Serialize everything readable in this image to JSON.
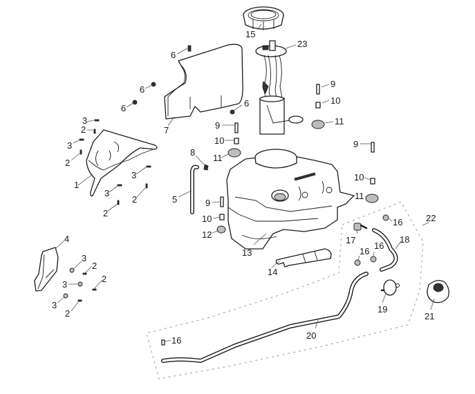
{
  "diagram": {
    "title": "Fuel tank assembly exploded parts diagram",
    "line_color": "#1a1a1a",
    "group_outline_color": "#9a9a9a",
    "callouts": [
      {
        "id": "c1",
        "text": "1",
        "part": "left-heat-shield"
      },
      {
        "id": "c2a",
        "text": "2",
        "part": "screw"
      },
      {
        "id": "c2b",
        "text": "2",
        "part": "screw"
      },
      {
        "id": "c2c",
        "text": "2",
        "part": "screw"
      },
      {
        "id": "c2d",
        "text": "2",
        "part": "screw"
      },
      {
        "id": "c2e",
        "text": "2",
        "part": "screw"
      },
      {
        "id": "c2f",
        "text": "2",
        "part": "screw"
      },
      {
        "id": "c2g",
        "text": "2",
        "part": "screw"
      },
      {
        "id": "c3a",
        "text": "3",
        "part": "clip-nut"
      },
      {
        "id": "c3b",
        "text": "3",
        "part": "clip-nut"
      },
      {
        "id": "c3c",
        "text": "3",
        "part": "clip-nut"
      },
      {
        "id": "c3d",
        "text": "3",
        "part": "clip-nut"
      },
      {
        "id": "c3e",
        "text": "3",
        "part": "clip-nut"
      },
      {
        "id": "c3f",
        "text": "3",
        "part": "clip-nut"
      },
      {
        "id": "c3g",
        "text": "3",
        "part": "clip-nut"
      },
      {
        "id": "c4",
        "text": "4",
        "part": "small-shield-bracket"
      },
      {
        "id": "c5",
        "text": "5",
        "part": "breather-tube"
      },
      {
        "id": "c6a",
        "text": "6",
        "part": "bolt"
      },
      {
        "id": "c6b",
        "text": "6",
        "part": "bolt"
      },
      {
        "id": "c6c",
        "text": "6",
        "part": "bolt"
      },
      {
        "id": "c6d",
        "text": "6",
        "part": "bolt"
      },
      {
        "id": "c7",
        "text": "7",
        "part": "upper-heat-shield"
      },
      {
        "id": "c8",
        "text": "8",
        "part": "clip"
      },
      {
        "id": "c9a",
        "text": "9",
        "part": "bolt"
      },
      {
        "id": "c9b",
        "text": "9",
        "part": "bolt"
      },
      {
        "id": "c9c",
        "text": "9",
        "part": "bolt"
      },
      {
        "id": "c9d",
        "text": "9",
        "part": "bolt"
      },
      {
        "id": "c10a",
        "text": "10",
        "part": "spacer"
      },
      {
        "id": "c10b",
        "text": "10",
        "part": "spacer"
      },
      {
        "id": "c10c",
        "text": "10",
        "part": "spacer"
      },
      {
        "id": "c10d",
        "text": "10",
        "part": "spacer"
      },
      {
        "id": "c11a",
        "text": "11",
        "part": "rubber-grommet"
      },
      {
        "id": "c11b",
        "text": "11",
        "part": "rubber-grommet"
      },
      {
        "id": "c11c",
        "text": "11",
        "part": "rubber-grommet"
      },
      {
        "id": "c12",
        "text": "12",
        "part": "grommet"
      },
      {
        "id": "c13",
        "text": "13",
        "part": "fuel-tank"
      },
      {
        "id": "c14",
        "text": "14",
        "part": "tank-guard"
      },
      {
        "id": "c15",
        "text": "15",
        "part": "pump-lock-ring"
      },
      {
        "id": "c16a",
        "text": "16",
        "part": "hose-clamp"
      },
      {
        "id": "c16b",
        "text": "16",
        "part": "hose-clamp"
      },
      {
        "id": "c16c",
        "text": "16",
        "part": "hose-clamp"
      },
      {
        "id": "c16d",
        "text": "16",
        "part": "hose-clamp"
      },
      {
        "id": "c17",
        "text": "17",
        "part": "fitting"
      },
      {
        "id": "c18",
        "text": "18",
        "part": "vent-hose"
      },
      {
        "id": "c19",
        "text": "19",
        "part": "check-valve"
      },
      {
        "id": "c20",
        "text": "20",
        "part": "long-vent-hose"
      },
      {
        "id": "c21",
        "text": "21",
        "part": "fuel-cap"
      },
      {
        "id": "c22",
        "text": "22",
        "part": "vent-hose-kit"
      },
      {
        "id": "c23",
        "text": "23",
        "part": "fuel-pump-assembly"
      }
    ]
  }
}
